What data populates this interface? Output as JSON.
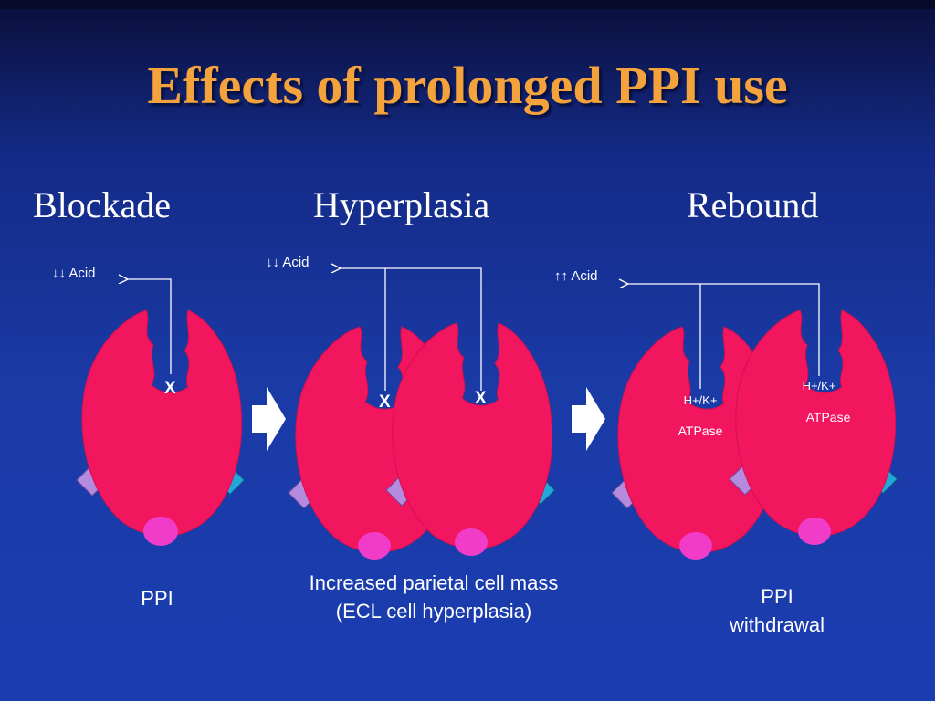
{
  "title": "Effects of prolonged PPI use",
  "panels": {
    "blockade": {
      "heading": "Blockade",
      "acid_label": "↓↓ Acid",
      "block_mark": "X",
      "caption": "PPI"
    },
    "hyperplasia": {
      "heading": "Hyperplasia",
      "acid_label": "↓↓ Acid",
      "block_mark_left": "X",
      "block_mark_right": "X",
      "caption_line1": "Increased parietal cell mass",
      "caption_line2": "(ECL cell hyperplasia)"
    },
    "rebound": {
      "heading": "Rebound",
      "acid_label": "↑↑ Acid",
      "pump_left_line1": "H+/K+",
      "pump_left_line2": "ATPase",
      "pump_right_line1": "H+/K+",
      "pump_right_line2": "ATPase",
      "caption_line1": "PPI",
      "caption_line2": "withdrawal"
    }
  },
  "colors": {
    "background": "#1a3aa6",
    "title": "#f4a23c",
    "cell": "#f2165f",
    "nucleus": "#f03cc8",
    "receptor_left": "#b58be0",
    "receptor_right": "#22a8d8",
    "arrow": "#ffffff"
  }
}
